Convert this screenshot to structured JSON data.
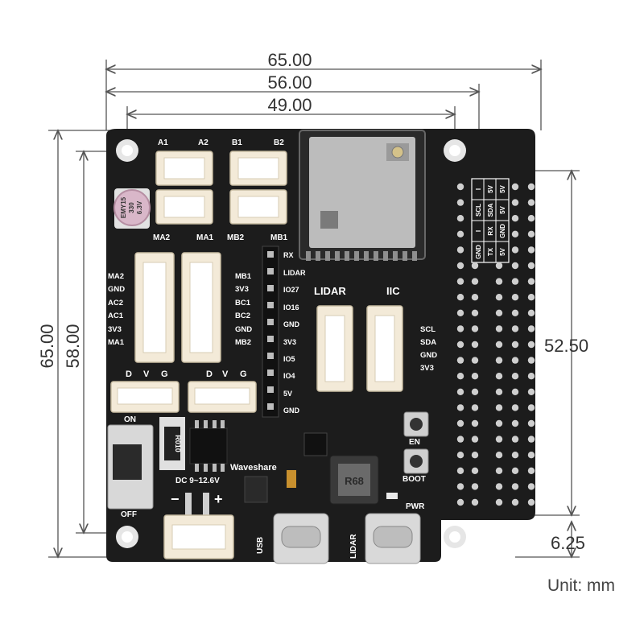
{
  "dimensions": {
    "width_outer": "65.00",
    "width_holes": "56.00",
    "width_inner": "49.00",
    "height_outer": "65.00",
    "height_holes": "58.00",
    "header_length": "52.50",
    "bottom_offset": "6.25",
    "unit": "Unit: mm"
  },
  "motor_ports": {
    "top_left": [
      "A1",
      "A2"
    ],
    "top_right": [
      "B1",
      "B2"
    ],
    "bottom_left": [
      "MA2",
      "MA1"
    ],
    "bottom_right": [
      "MB2",
      "MB1"
    ]
  },
  "left_header_pins": [
    "MA2",
    "GND",
    "AC2",
    "AC1",
    "3V3",
    "MA1"
  ],
  "right_header_pins": [
    "MB1",
    "3V3",
    "BC1",
    "BC2",
    "GND",
    "MB2"
  ],
  "middle_header_pins": [
    "RX",
    "LIDAR",
    "IO27",
    "IO16",
    "GND",
    "3V3",
    "IO5",
    "IO4",
    "5V",
    "GND"
  ],
  "lidar_label": "LIDAR",
  "iic_label": "IIC",
  "iic_pins": [
    "SCL",
    "SDA",
    "GND",
    "3V3"
  ],
  "servo_pins": [
    "D",
    "V",
    "G"
  ],
  "switch": {
    "on": "ON",
    "off": "OFF"
  },
  "resistor_label": "R010",
  "power_input": "DC 9~12.6V",
  "brand": "Waveshare",
  "polarity": {
    "minus": "−",
    "plus": "+"
  },
  "buttons": {
    "en": "EN",
    "boot": "BOOT",
    "pwr": "PWR"
  },
  "usb_labels": {
    "usb": "USB",
    "lidar": "LIDAR"
  },
  "inductor_label": "R68",
  "capacitor": {
    "line1": "EMY15",
    "line2": "330",
    "line3": "6.3V"
  },
  "uart_table": {
    "col1": [
      "GND",
      "I",
      "SCL",
      "I"
    ],
    "col2": [
      "TX",
      "RX",
      "SDA",
      "5V"
    ],
    "col3": [
      "5V",
      "GND",
      "5V",
      "5V"
    ]
  },
  "colors": {
    "board": "#1c1c1c",
    "connector": "#f3ead8",
    "dimension_line": "#555555"
  }
}
